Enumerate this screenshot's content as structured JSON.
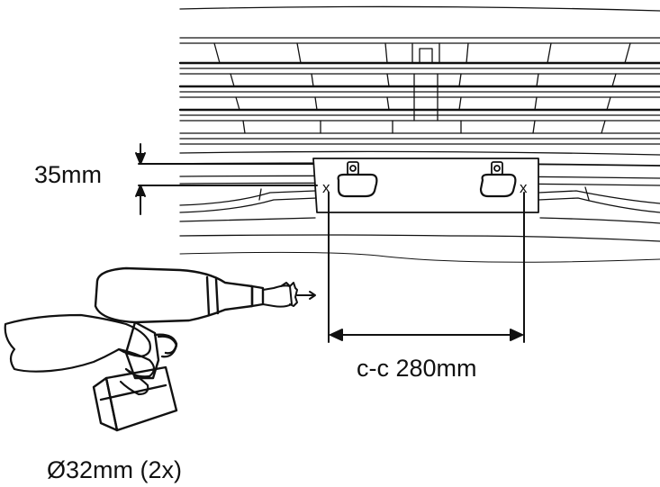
{
  "labels": {
    "height": "35mm",
    "spacing": "c-c 280mm",
    "drill": "Ø32mm (2x)",
    "mark_left": "x",
    "mark_right": "x"
  },
  "colors": {
    "line": "#111111",
    "background": "#ffffff"
  },
  "icons": {
    "drill": "drill-icon",
    "hole_saw": "hole-saw-icon"
  }
}
